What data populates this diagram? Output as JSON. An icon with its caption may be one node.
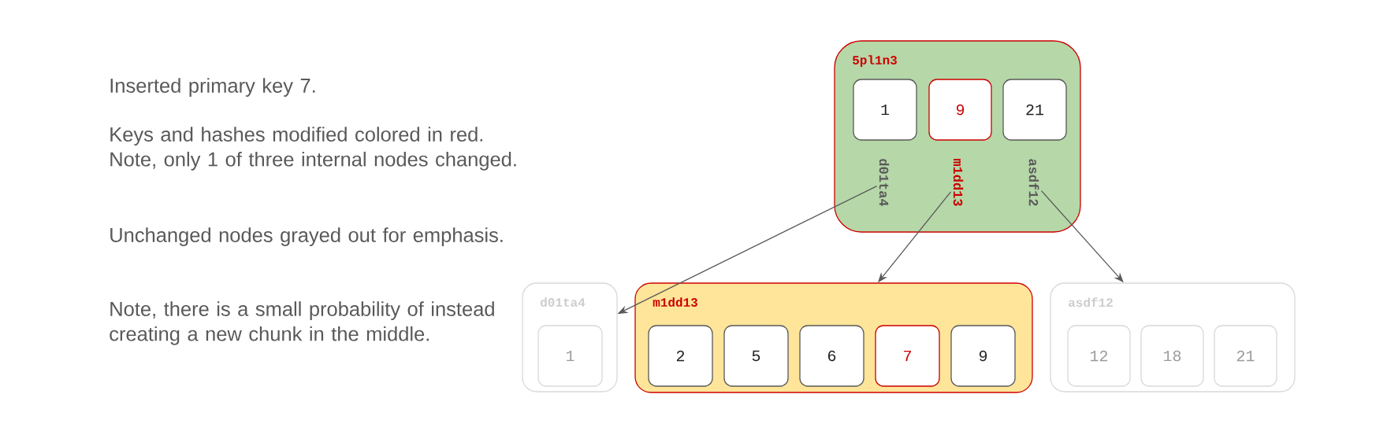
{
  "diagram": {
    "nodes": [
      {
        "text": [
          "5pl1n3"
        ]
      },
      {
        "text": [
          "1"
        ],
        "in": 0
      },
      {
        "text": [
          "9"
        ],
        "in": 0
      },
      {
        "text": [
          "21"
        ],
        "in": 0
      },
      {
        "text": [
          "d01ta4"
        ],
        "in": 0
      },
      {
        "text": [
          "m1dd13"
        ],
        "in": 0
      },
      {
        "text": [
          "asdf12"
        ],
        "in": 0
      },
      {
        "text": [
          "d01ta4"
        ]
      },
      {
        "text": [
          "1"
        ],
        "in": 7
      },
      {
        "text": [
          "m1dd13"
        ]
      },
      {
        "text": [
          "2"
        ],
        "in": 9
      },
      {
        "text": [
          "5"
        ],
        "in": 9
      },
      {
        "text": [
          "6"
        ],
        "in": 9
      },
      {
        "text": [
          "7"
        ],
        "in": 9
      },
      {
        "text": [
          "9"
        ],
        "in": 9
      },
      {
        "text": [
          "asdf12"
        ]
      },
      {
        "text": [
          "12"
        ],
        "in": 15
      },
      {
        "text": [
          "18"
        ],
        "in": 15
      },
      {
        "text": [
          "21"
        ],
        "in": 15
      }
    ],
    "edges": [
      {
        "from": 4,
        "to": 7,
        "arrow": "to"
      },
      {
        "from": 5,
        "to": 9,
        "arrow": "to"
      },
      {
        "from": 6,
        "to": 15,
        "arrow": "to"
      }
    ],
    "labels": [
      "Inserted primary key 7.",
      "Keys and hashes modified colored in red. Note, only 1 of three internal nodes changed.",
      "Unchanged nodes grayed out for emphasis.",
      "Note, there is a small probability of instead creating a new chunk in the middle."
    ]
  }
}
